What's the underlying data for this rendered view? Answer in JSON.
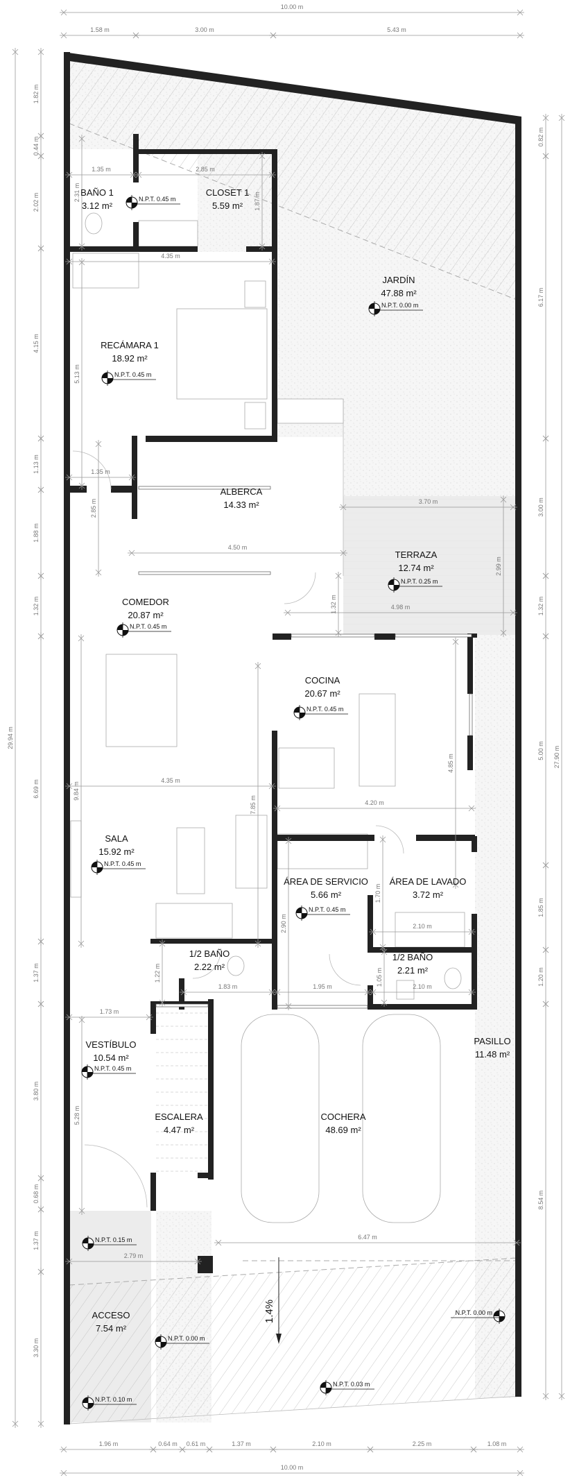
{
  "rooms": [
    {
      "name": "BAÑO 1",
      "area": "3.12 m²",
      "npt": "N.P.T. 0.45 m"
    },
    {
      "name": "CLOSET 1",
      "area": "5.59 m²"
    },
    {
      "name": "JARDÍN",
      "area": "47.88 m²",
      "npt": "N.P.T. 0.00 m"
    },
    {
      "name": "RECÁMARA 1",
      "area": "18.92 m²",
      "npt": "N.P.T. 0.45 m"
    },
    {
      "name": "ALBERCA",
      "area": "14.33 m²"
    },
    {
      "name": "TERRAZA",
      "area": "12.74 m²",
      "npt": "N.P.T. 0.25 m"
    },
    {
      "name": "COMEDOR",
      "area": "20.87 m²",
      "npt": "N.P.T. 0.45 m"
    },
    {
      "name": "COCINA",
      "area": "20.67 m²",
      "npt": "N.P.T. 0.45 m"
    },
    {
      "name": "SALA",
      "area": "15.92 m²",
      "npt": "N.P.T. 0.45 m"
    },
    {
      "name": "ÁREA DE SERVICIO",
      "area": "5.66 m²",
      "npt": "N.P.T. 0.45 m"
    },
    {
      "name": "ÁREA DE LAVADO",
      "area": "3.72 m²"
    },
    {
      "name": "1/2 BAÑO",
      "area": "2.22 m²"
    },
    {
      "name": "1/2 BAÑO",
      "area": "2.21 m²"
    },
    {
      "name": "PASILLO",
      "area": "11.48 m²"
    },
    {
      "name": "VESTÍBULO",
      "area": "10.54 m²",
      "npt": "N.P.T. 0.45 m"
    },
    {
      "name": "ESCALERA",
      "area": "4.47 m²"
    },
    {
      "name": "COCHERA",
      "area": "48.69 m²"
    },
    {
      "name": "ACCESO",
      "area": "7.54 m²"
    }
  ],
  "levels": [
    "N.P.T. 0.15 m",
    "N.P.T. 0.00 m",
    "N.P.T. 0.10 m",
    "N.P.T. 0.00 m",
    "N.P.T. 0.03 m"
  ],
  "slope": "1.4%",
  "dimensions": {
    "top_total": "10.00 m",
    "top": [
      "1.58 m",
      "3.00 m",
      "5.43 m"
    ],
    "bottom": [
      "1.96 m",
      "0.64 m",
      "0.61 m",
      "1.37 m",
      "2.10 m",
      "2.25 m",
      "1.08 m"
    ],
    "bottom_total": "10.00 m",
    "left_total": "29.94 m",
    "left": [
      "1.82 m",
      "0.44 m",
      "2.02 m",
      "4.15 m",
      "1.13 m",
      "1.88 m",
      "1.32 m",
      "6.69 m",
      "1.37 m",
      "3.80 m",
      "0.68 m",
      "1.37 m",
      "3.30 m"
    ],
    "right_total": "27.90 m",
    "right": [
      "0.82 m",
      "6.17 m",
      "3.00 m",
      "1.32 m",
      "5.00 m",
      "1.85 m",
      "1.20 m",
      "8.54 m"
    ],
    "interior": [
      "1.35 m",
      "2.85 m",
      "2.31 m",
      "1.87 m",
      "4.35 m",
      "5.13 m",
      "1.35 m",
      "2.85 m",
      "4.50 m",
      "3.70 m",
      "2.99 m",
      "1.32 m",
      "4.98 m",
      "9.84 m",
      "7.85 m",
      "4.35 m",
      "4.85 m",
      "4.20 m",
      "2.90 m",
      "1.70 m",
      "2.10 m",
      "1.22 m",
      "1.83 m",
      "1.95 m",
      "1.05 m",
      "2.10 m",
      "1.73 m",
      "5.28 m",
      "6.47 m",
      "2.79 m"
    ]
  },
  "colors": {
    "wall": "#222222",
    "dimension": "#999999",
    "hatch": "#bbbbbb"
  }
}
